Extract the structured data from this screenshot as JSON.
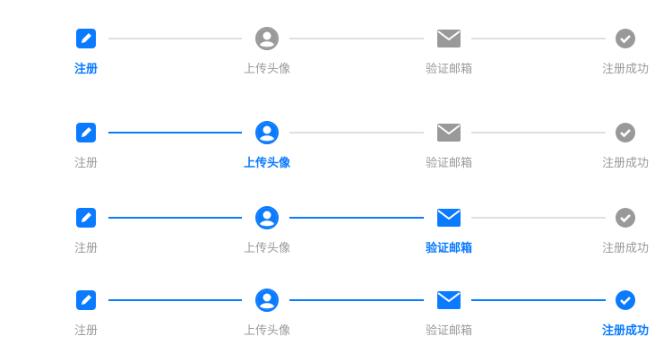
{
  "colors": {
    "active": "#0a7aff",
    "inactive": "#999999",
    "line_inactive": "#e0e0e0"
  },
  "steps": [
    {
      "label": "注册",
      "icon": "pencil-icon"
    },
    {
      "label": "上传头像",
      "icon": "user-icon"
    },
    {
      "label": "验证邮箱",
      "icon": "envelope-icon"
    },
    {
      "label": "注册成功",
      "icon": "check-circle-icon"
    }
  ],
  "rows": [
    {
      "active_step": 0
    },
    {
      "active_step": 1
    },
    {
      "active_step": 2
    },
    {
      "active_step": 3
    }
  ]
}
